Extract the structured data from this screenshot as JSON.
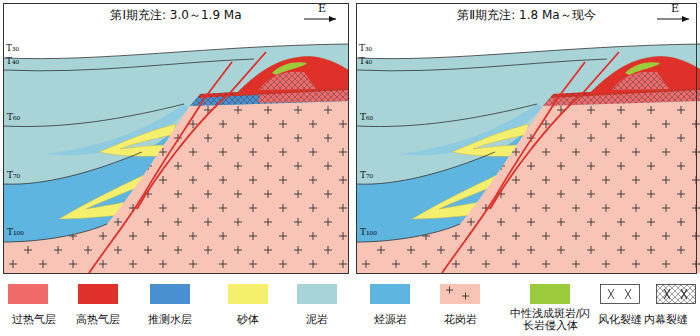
{
  "diagram": {
    "nodes": [
      {
        "text": [
          "第Ⅰ期充注: 3.0～1.9 Ma"
        ]
      },
      {
        "text": [
          "第Ⅱ期充注: 1.8 Ma～现今"
        ]
      }
    ],
    "labels": [
      "E",
      "T₃₀",
      "T₄₀",
      "T₆₀",
      "T₇₀",
      "T₁₀₀",
      "E",
      "T₃₀",
      "T₄₀",
      "T₆₀",
      "T₇₀",
      "T₁₀₀"
    ],
    "legend": [
      {
        "text": "过热气层",
        "color": "#f06a6a"
      },
      {
        "text": "高热气层",
        "color": "#e0302a"
      },
      {
        "text": "推测水层",
        "color": "#4a8fcf"
      },
      {
        "text": "砂体",
        "color": "#f5ef6e"
      },
      {
        "text": "泥岩",
        "color": "#a8d4d8"
      },
      {
        "text": "烃源岩",
        "color": "#5db5e0"
      },
      {
        "text": "花岗岩",
        "color": "#f7c4b6"
      },
      {
        "text": "中性浅成斑岩/闪长岩侵入体",
        "color": "#9ccb3b"
      },
      {
        "text": "风化裂缝"
      },
      {
        "text": "内幕裂缝"
      }
    ]
  }
}
